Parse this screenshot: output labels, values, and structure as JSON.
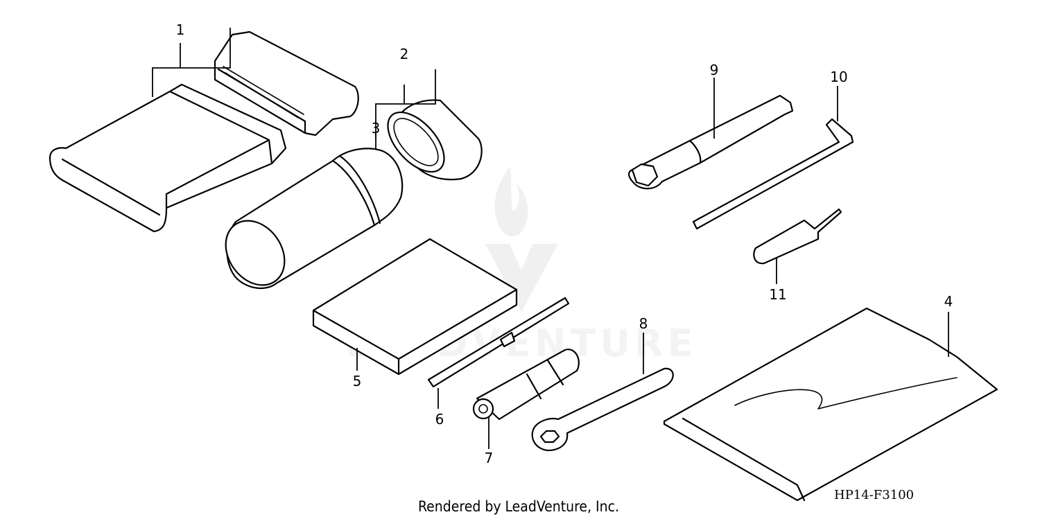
{
  "diagram": {
    "callouts": [
      {
        "id": "callout-1",
        "label": "1"
      },
      {
        "id": "callout-2",
        "label": "2"
      },
      {
        "id": "callout-3",
        "label": "3"
      },
      {
        "id": "callout-4",
        "label": "4"
      },
      {
        "id": "callout-5",
        "label": "5"
      },
      {
        "id": "callout-6",
        "label": "6"
      },
      {
        "id": "callout-7",
        "label": "7"
      },
      {
        "id": "callout-8",
        "label": "8"
      },
      {
        "id": "callout-9",
        "label": "9"
      },
      {
        "id": "callout-10",
        "label": "10"
      },
      {
        "id": "callout-11",
        "label": "11"
      }
    ],
    "diagram_code": "HP14-F3100",
    "credit": "Rendered by LeadVenture, Inc.",
    "watermark_text": "LEADVENTURE"
  }
}
